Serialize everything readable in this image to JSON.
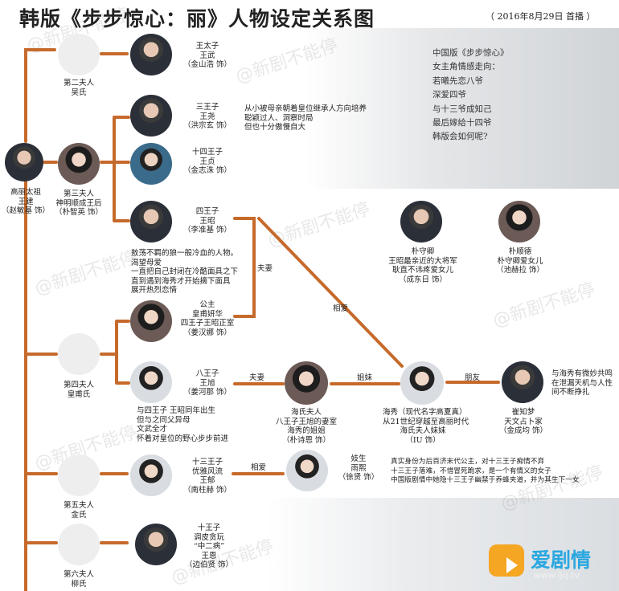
{
  "title": "韩版《步步惊心：丽》人物设定关系图",
  "date": "（ 2016年8月29日 首播 ）",
  "watermark": "@新剧不能停",
  "sidebox": [
    "中国版《步步惊心》",
    "女主角情感走向：",
    "若曦先恋八爷",
    "深爱四爷",
    "与十三爷成知己",
    "最后嫁给十四爷",
    "韩版会如何呢?"
  ],
  "king": [
    "高丽太祖",
    "王建",
    "（赵敏基 饰）"
  ],
  "queens": {
    "q2": [
      "第二夫人",
      "吴氏"
    ],
    "q3": [
      "第三夫人",
      "神明顺成王后",
      "（朴智英 饰）"
    ],
    "q4": [
      "第四夫人",
      "皇甫氏"
    ],
    "q5": [
      "第五夫人",
      "金氏"
    ],
    "q6": [
      "第六夫人",
      "柳氏"
    ]
  },
  "chars": {
    "crown": [
      "王太子",
      "王武",
      "（金山浩 饰）"
    ],
    "p3": [
      "三王子",
      "王尧",
      "（洪宗玄 饰）"
    ],
    "p3note": [
      "从小被母亲朝着皇位继承人方向培养",
      "聪颖过人、洞察时局",
      "但也十分傲慢自大"
    ],
    "p14": [
      "十四王子",
      "王贞",
      "（金志洙 饰）"
    ],
    "p4": [
      "四王子",
      "王昭",
      "（李准基 饰）"
    ],
    "p4note": [
      "敖荡不羁的狼一般冷血的人物。",
      "渴望母爱",
      "一直把自己封闭在冷酷面具之下",
      "直到遇到海秀才开始摘下面具",
      "展开热烈恋情"
    ],
    "princess": [
      "公主",
      "皇甫妍华",
      "四王子王昭正室",
      "（姜汉娜 饰）"
    ],
    "p8": [
      "八王子",
      "王旭",
      "（姜河那 饰）"
    ],
    "p8note": [
      "与四王子 王昭同年出生",
      "但与之同父异母",
      "文武全才",
      "怀着对皇位的野心步步前进"
    ],
    "lady": [
      "海氏夫人",
      "八王子王旭的妻室",
      "海秀的姐姐",
      "（朴诗恩 饰）"
    ],
    "haesu": [
      "海秀（现代名字高夏真）",
      "从21世纪穿越至高丽时代",
      "海氏夫人妹妹",
      "（IU 饰）"
    ],
    "general": [
      "朴守卿",
      "王昭最亲近的大将军",
      "耿直不讳疼爱女儿",
      "（成东日 饰）"
    ],
    "daughter": [
      "朴顺德",
      "朴守卿爱女儿",
      "（池赫拉 饰）"
    ],
    "astro": [
      "崔知梦",
      "天文占卜家",
      "（金成均 饰）"
    ],
    "astronote": [
      "与海秀有微妙共鸣",
      "在泄漏天机与人性",
      "间不断挣扎"
    ],
    "p13": [
      "十三王子",
      "优雅风流",
      "王郁",
      "（南柱赫 饰）"
    ],
    "gisaeng": [
      "妓生",
      "雨熙",
      "（徐贤 饰）"
    ],
    "gisaengnote": [
      "真实身份为后百济末代公主，对十三王子痴情不弃",
      "十三王子落难，不惜冒死跪求，是一个有情义的女子",
      "中国版剧情中她隐十三王子幽禁于养蜂夹道，并为其生下一女"
    ],
    "p10": [
      "十王子",
      "调皮贪玩",
      "“中二病”",
      "王恩",
      "（边伯贤 饰）"
    ]
  },
  "relations": {
    "spouse1": "夫妻",
    "love1": "相爱",
    "spouse2": "夫妻",
    "sisters": "姐妹",
    "friends": "朋友",
    "love2": "相爱"
  },
  "logo": {
    "brand": "爱剧情",
    "url": "www.ijq.tv"
  },
  "colors": {
    "line": "#c66a2b",
    "text": "#222222"
  }
}
